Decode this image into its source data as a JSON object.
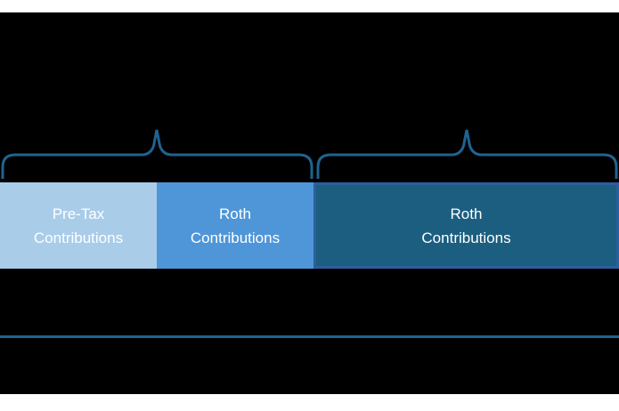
{
  "diagram": {
    "bars": [
      {
        "line1": "Pre-Tax",
        "line2": "Contributions"
      },
      {
        "line1": "Roth",
        "line2": "Contributions"
      },
      {
        "line1": "Roth",
        "line2": "Contributions"
      }
    ]
  },
  "colors": {
    "background": "#000000",
    "strip": "#FFFFFF",
    "bar_pretax": "#A9CCE9",
    "bar_roth_mid": "#4F96D8",
    "bar_roth_dark_fill": "#1C5E80",
    "bar_roth_dark_border": "#2B5F9E",
    "brace": "#1F6391",
    "divider": "#1F6391",
    "label_text": "#FFFFFF"
  }
}
